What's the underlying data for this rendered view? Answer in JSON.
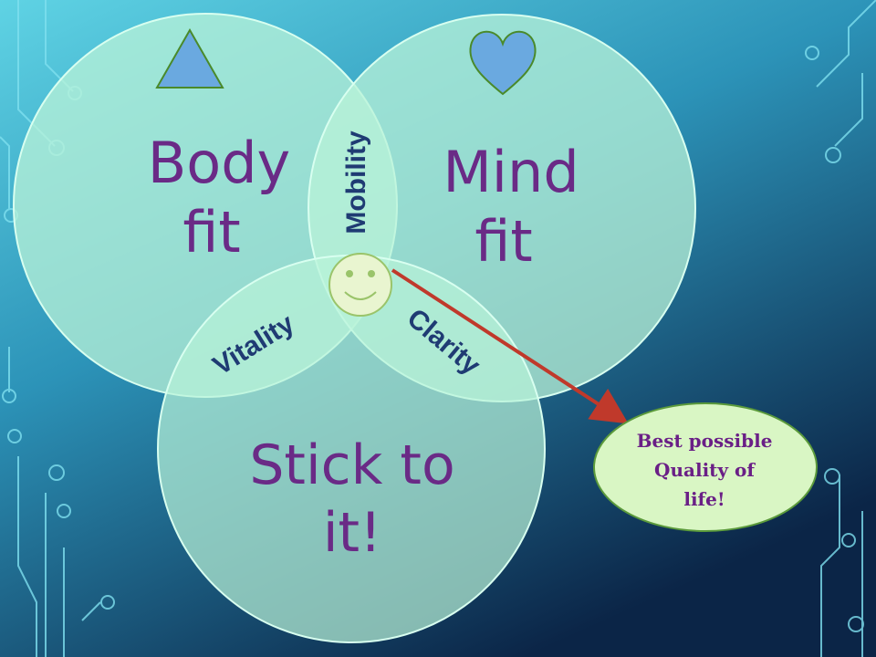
{
  "colors": {
    "background_top": "#5fd0e2",
    "background_bottom": "#0b2547",
    "circle_fill": "#b9f3d8",
    "circle_stroke": "#d8fff0",
    "label_purple": "#6a2a86",
    "overlap_text": "#1f3b73",
    "callout_fill": "#d9f6c4",
    "callout_stroke": "#5b9a3b",
    "arrow": "#c0392b",
    "icon_blue": "#6aa9e0"
  },
  "circles": {
    "body": {
      "line1": "Body",
      "line2": "fit",
      "icon": "triangle-icon"
    },
    "mind": {
      "line1": "Mind",
      "line2": "fit",
      "icon": "heart-icon"
    },
    "stick": {
      "line1": "Stick to",
      "line2": "it!"
    }
  },
  "overlaps": {
    "body_mind": "Mobility",
    "body_stick": "Vitality",
    "mind_stick": "Clarity",
    "center_icon": "smiley-icon"
  },
  "callout": {
    "line1": "Best possible",
    "line2": "Quality of",
    "line3": "life!"
  }
}
